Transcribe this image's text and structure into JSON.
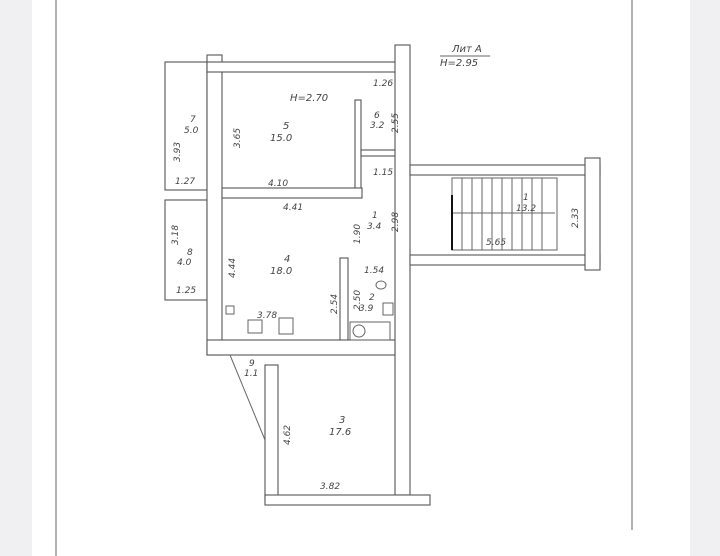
{
  "header": {
    "liter": "Лит А",
    "height": "H=2.95"
  },
  "room_height": "H=2.70",
  "rooms": {
    "r5": {
      "num": "5",
      "area": "15.0"
    },
    "r6": {
      "num": "6",
      "area": "3.2"
    },
    "r7": {
      "num": "7",
      "area": "5.0"
    },
    "r1a": {
      "num": "1",
      "area": "3.4"
    },
    "r1b": {
      "num": "1",
      "area": "13.2"
    },
    "r4": {
      "num": "4",
      "area": "18.0"
    },
    "r2": {
      "num": "2",
      "area": "3.9"
    },
    "r8": {
      "num": "8",
      "area": "4.0"
    },
    "r9": {
      "num": "9",
      "area": "1.1"
    },
    "r3": {
      "num": "3",
      "area": "17.6"
    }
  },
  "dims": {
    "d126": "1.26",
    "d255": "2.55",
    "d365": "3.65",
    "d393": "3.93",
    "d127": "1.27",
    "d410": "4.10",
    "d115": "1.15",
    "d441": "4.41",
    "d190": "1.90",
    "d298": "2.98",
    "d233": "2.33",
    "d565": "5.65",
    "d318": "3.18",
    "d444": "4.44",
    "d154": "1.54",
    "d250": "2.50",
    "d254": "2.54",
    "d378": "3.78",
    "d125": "1.25",
    "d462": "4.62",
    "d382": "3.82"
  }
}
